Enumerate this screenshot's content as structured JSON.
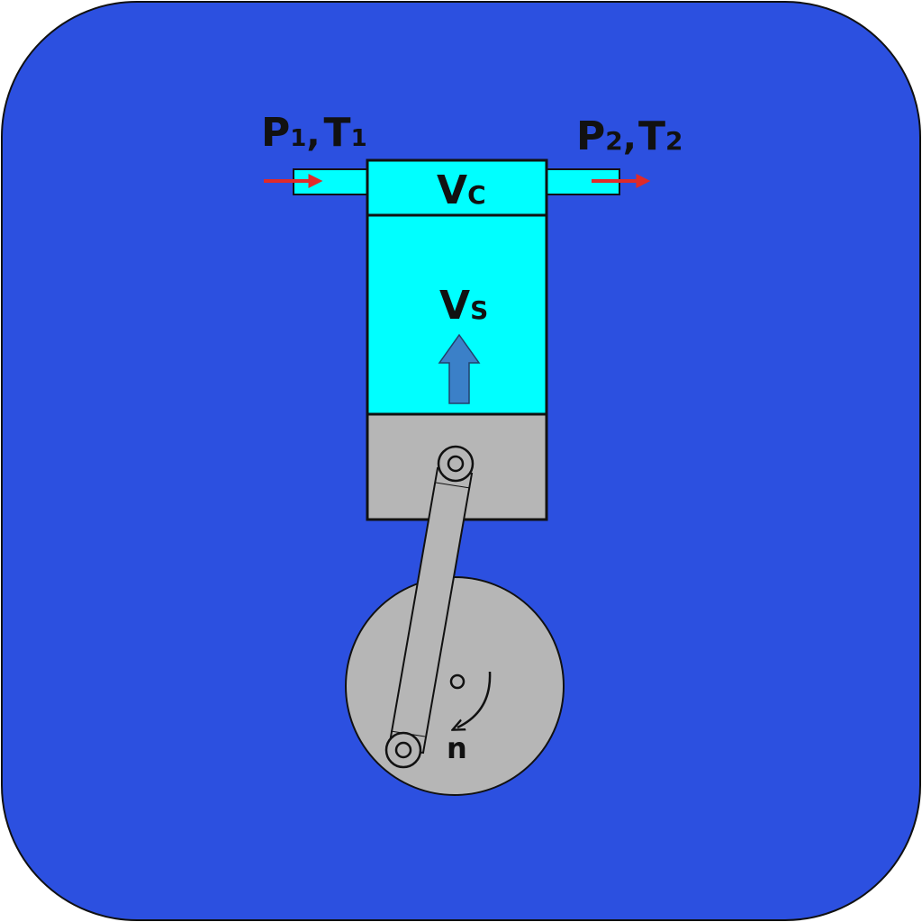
{
  "diagram": {
    "inlet": {
      "p": "P",
      "p_sub": "1",
      "sep": ",",
      "t": "T",
      "t_sub": "1"
    },
    "outlet": {
      "p": "P",
      "p_sub": "2",
      "sep": ",",
      "t": "T",
      "t_sub": "2"
    },
    "clearance_volume": {
      "main": "V",
      "sub": "C"
    },
    "swept_volume": {
      "main": "V",
      "sub": "S"
    },
    "crank_center": "o",
    "rotation": "n"
  },
  "colors": {
    "background": "#2c50e0",
    "gas": "#00ffff",
    "metal": "#b6b6b6",
    "flow_arrow": "#e02a2a",
    "piston_arrow": "#3b80c8",
    "outline": "#111111"
  }
}
